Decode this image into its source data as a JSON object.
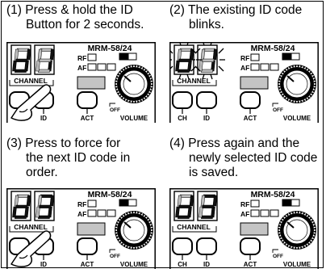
{
  "steps": [
    {
      "number": "(1)",
      "lines": [
        "Press & hold the ID",
        "Button for 2 seconds."
      ],
      "display": [
        "d",
        "1"
      ],
      "blink": false,
      "hand_on_id": true
    },
    {
      "number": "(2)",
      "lines": [
        "The existing ID code",
        "blinks."
      ],
      "display": [
        "d",
        "1"
      ],
      "blink": true,
      "hand_on_id": false
    },
    {
      "number": "(3)",
      "lines": [
        "Press to force for",
        "the next ID code in",
        "order."
      ],
      "display": [
        "d",
        "3"
      ],
      "blink": false,
      "hand_on_id": true
    },
    {
      "number": "(4)",
      "lines": [
        "Press again and the",
        "newly selected ID code",
        "is saved."
      ],
      "display": [
        "d",
        "3"
      ],
      "blink": false,
      "hand_on_id": false
    }
  ],
  "panel": {
    "model": "MRM-58/24",
    "rf_label": "RF",
    "af_label": "AF",
    "channel_label": "CHANNEL",
    "ch_label": "CH",
    "id_label": "ID",
    "act_label": "ACT",
    "off_label": "OFF",
    "volume_label": "VOLUME"
  },
  "colors": {
    "line": "#000000",
    "digit_gray": "#bdbdbd",
    "act_window": "#c4c4c4"
  }
}
